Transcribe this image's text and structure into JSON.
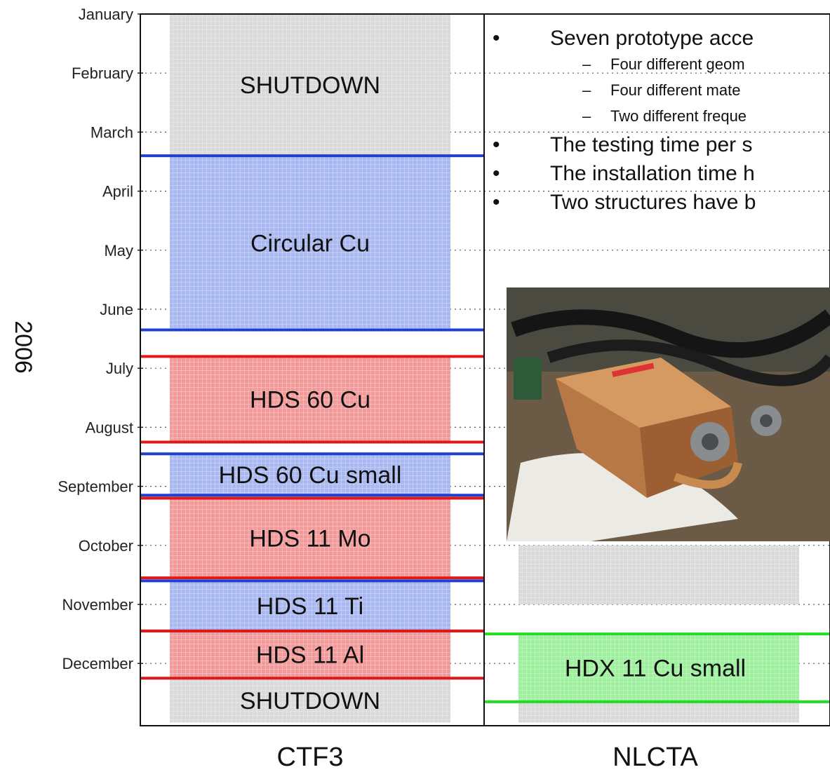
{
  "year": "2006",
  "months": [
    "January",
    "February",
    "March",
    "April",
    "May",
    "June",
    "July",
    "August",
    "September",
    "October",
    "November",
    "December"
  ],
  "chart_data": {
    "type": "gantt",
    "ylabel": "2006",
    "columns": [
      "CTF3",
      "NLCTA"
    ],
    "blocks": [
      {
        "column": "CTF3",
        "label": "SHUTDOWN",
        "start": 1.0,
        "end": 3.4,
        "color": "#d9d9d9",
        "edge": ""
      },
      {
        "column": "CTF3",
        "label": "Circular Cu",
        "start": 3.4,
        "end": 6.35,
        "color": "#a9b8f0",
        "edge": "#1f3fd0"
      },
      {
        "column": "CTF3",
        "label": "HDS 60 Cu",
        "start": 6.8,
        "end": 8.25,
        "color": "#f29a9a",
        "edge": "#e01818"
      },
      {
        "column": "CTF3",
        "label": "HDS 60 Cu small",
        "start": 8.45,
        "end": 9.15,
        "color": "#a9b8f0",
        "edge": "#1f3fd0"
      },
      {
        "column": "CTF3",
        "label": "HDS 11 Mo",
        "start": 9.2,
        "end": 10.55,
        "color": "#f29a9a",
        "edge": "#e01818"
      },
      {
        "column": "CTF3",
        "label": "HDS 11 Ti",
        "start": 10.6,
        "end": 11.45,
        "color": "#a9b8f0",
        "edge": "#1f3fd0"
      },
      {
        "column": "CTF3",
        "label": "HDS 11 Al",
        "start": 11.45,
        "end": 12.25,
        "color": "#f29a9a",
        "edge": "#e01818"
      },
      {
        "column": "CTF3",
        "label": "SHUTDOWN",
        "start": 12.25,
        "end": 13.0,
        "color": "#d9d9d9",
        "edge": ""
      },
      {
        "column": "NLCTA",
        "label": "",
        "start": 10.0,
        "end": 11.0,
        "color": "#d9d9d9",
        "edge": ""
      },
      {
        "column": "NLCTA",
        "label": "HDX 11 Cu small",
        "start": 11.5,
        "end": 12.65,
        "color": "#9ef09e",
        "edge": "#22dd22"
      },
      {
        "column": "NLCTA",
        "label": "",
        "start": 12.65,
        "end": 13.0,
        "color": "#d9d9d9",
        "edge": ""
      }
    ]
  },
  "bullets": [
    {
      "level": 1,
      "text": "Seven prototype acce"
    },
    {
      "level": 2,
      "text": "Four different geom"
    },
    {
      "level": 2,
      "text": "Four different mate"
    },
    {
      "level": 2,
      "text": "Two different freque"
    },
    {
      "level": 1,
      "text": "The testing time per s"
    },
    {
      "level": 1,
      "text": "The installation time h"
    },
    {
      "level": 1,
      "text": "Two structures have b"
    }
  ],
  "bullet_symbols": {
    "dot": "•",
    "dash": "–"
  },
  "photo": {
    "icon": "accelerator-structure-photo"
  }
}
